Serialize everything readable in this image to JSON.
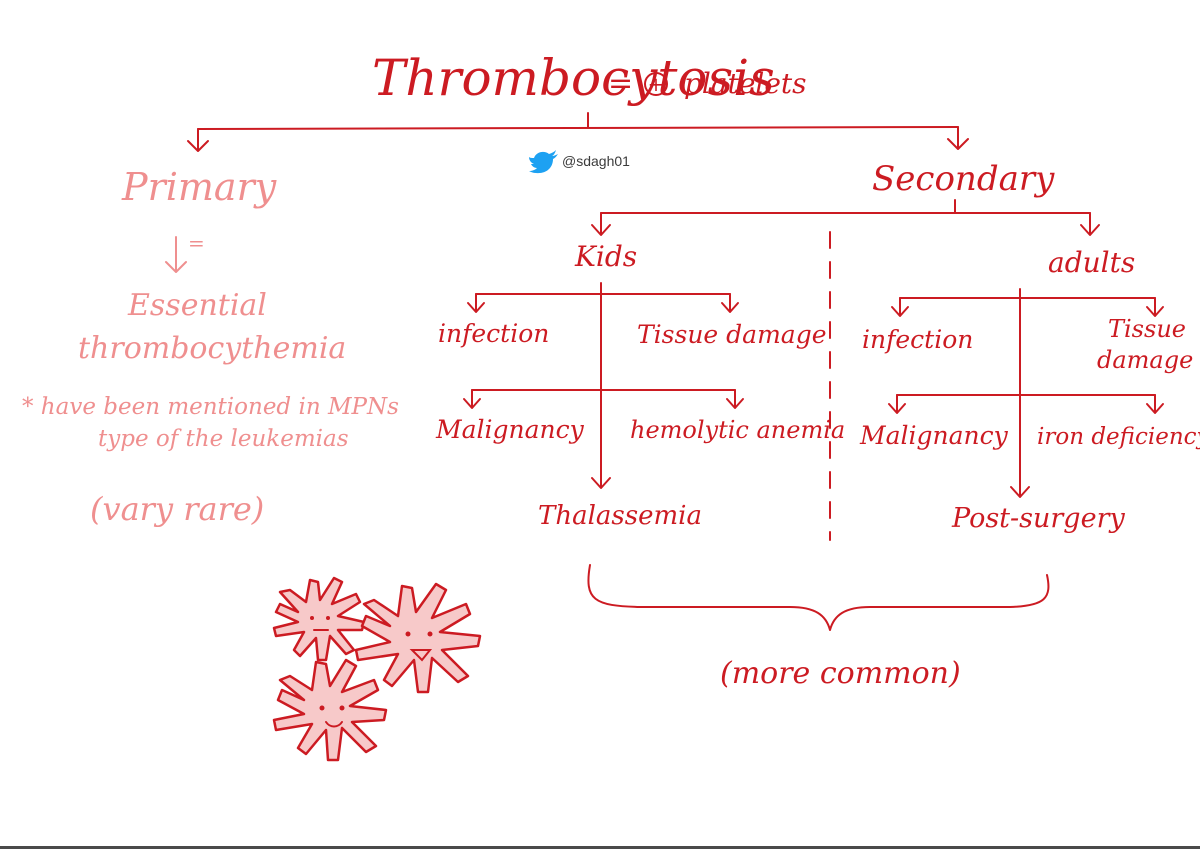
{
  "title": {
    "main": "Thrombocytosis",
    "equals": "=",
    "plus_symbol": "+",
    "rest": "platelets"
  },
  "watermark": {
    "handle": "@sdagh01",
    "icon": "twitter-bird-icon",
    "color": "#1da1f2"
  },
  "primary": {
    "heading": "Primary",
    "equals": "=",
    "result_line1": "Essential",
    "result_line2": "thrombocythemia",
    "note_line1": "* have been mentioned in MPNs",
    "note_line2": "type of the leukemias",
    "rarity": "(vary rare)"
  },
  "secondary": {
    "heading": "Secondary",
    "kids": {
      "label": "Kids",
      "items": [
        "infection",
        "Tissue damage",
        "Malignancy",
        "hemolytic anemia",
        "Thalassemia"
      ]
    },
    "adults": {
      "label": "adults",
      "items": [
        "infection",
        "Tissue",
        "damage",
        "Malignancy",
        "iron deficiency",
        "Post-surgery"
      ]
    },
    "frequency": "(more common)"
  },
  "colors": {
    "red": "#cc1b22",
    "pink": "#ef8f8f",
    "cell_fill": "#f7c9c9"
  }
}
